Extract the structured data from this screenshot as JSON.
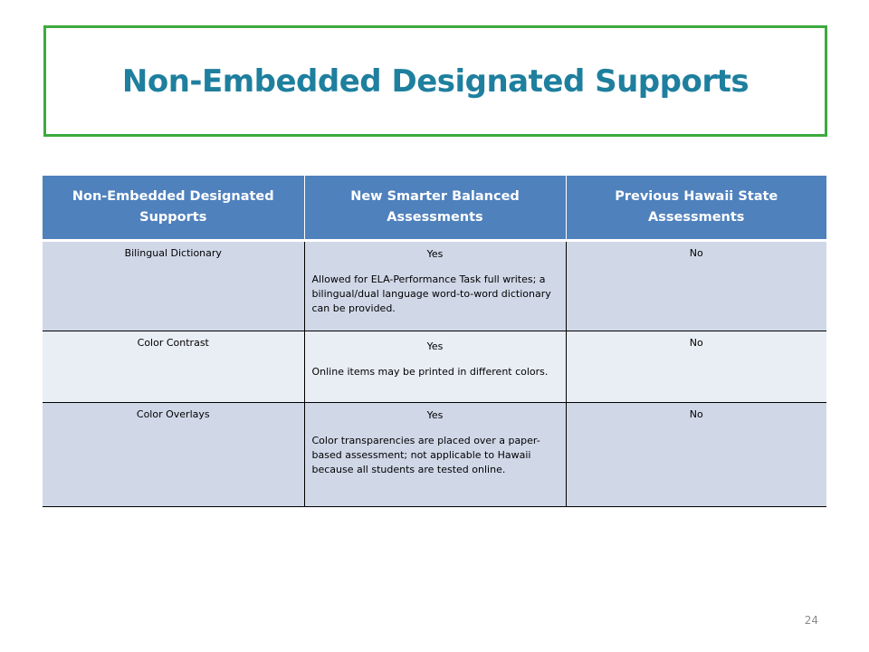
{
  "slide": {
    "title": "Non-Embedded Designated Supports",
    "page_number": "24"
  },
  "colors": {
    "title_text": "#1e7f9e",
    "title_border": "#3daa3d",
    "header_background": "#4f81bd",
    "row_dark": "#d0d8e8",
    "row_light": "#e9edf4"
  },
  "table": {
    "headers": [
      "Non-Embedded  Designated Supports",
      "New Smarter Balanced Assessments",
      "Previous Hawaii State Assessments"
    ],
    "rows": [
      {
        "support": "Bilingual Dictionary",
        "smarter_status": "Yes",
        "smarter_note": "Allowed for ELA-Performance Task full writes; a bilingual/dual language word-to-word dictionary can be provided.",
        "hawaii": "No"
      },
      {
        "support": "Color Contrast",
        "smarter_status": "Yes",
        "smarter_note": "Online items may be printed in different colors.",
        "hawaii": "No"
      },
      {
        "support": "Color Overlays",
        "smarter_status": "Yes",
        "smarter_note": "Color transparencies are placed over a paper-based assessment; not applicable to Hawaii because all students are tested online.",
        "hawaii": "No"
      }
    ]
  }
}
